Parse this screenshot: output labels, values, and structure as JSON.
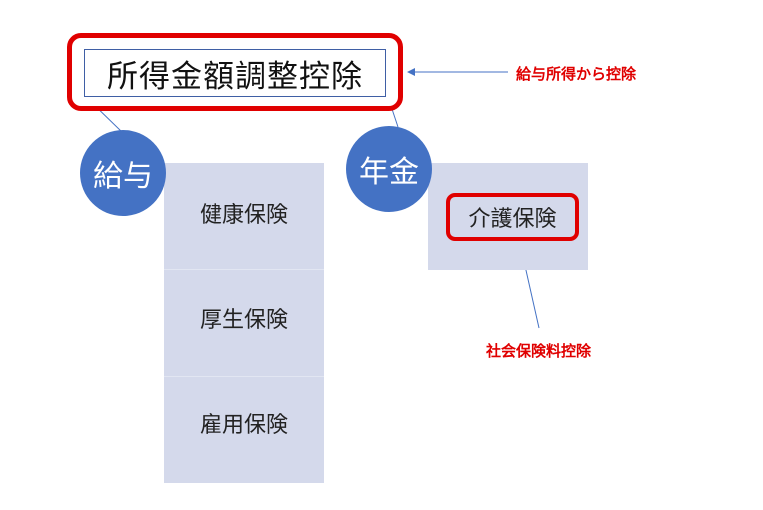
{
  "title": "所得金額調整控除",
  "circles": {
    "salary": "給与",
    "pension": "年金"
  },
  "salary_items": [
    "健康保険",
    "厚生保険",
    "雇用保険"
  ],
  "pension_item": "介護保険",
  "annotations": {
    "income_deduction": "給与所得から控除",
    "social_insurance": "社会保険料控除"
  },
  "colors": {
    "highlight": "#e00000",
    "circle": "#4472c4",
    "box": "#d4d9eb",
    "arrow": "#4472c4"
  }
}
